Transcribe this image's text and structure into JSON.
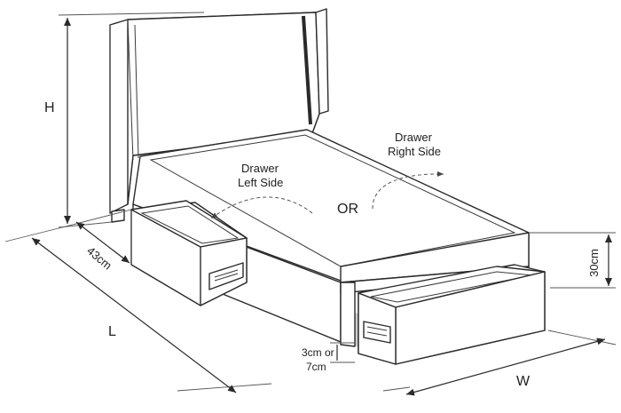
{
  "labels": {
    "height": "H",
    "depth": "43cm",
    "length": "L",
    "width": "W",
    "drawer_height": "30cm",
    "clearance_line1": "3cm or",
    "clearance_line2": "7cm",
    "drawer_left_line1": "Drawer",
    "drawer_left_line2": "Left Side",
    "drawer_right_line1": "Drawer",
    "drawer_right_line2": "Right Side",
    "or": "OR"
  }
}
